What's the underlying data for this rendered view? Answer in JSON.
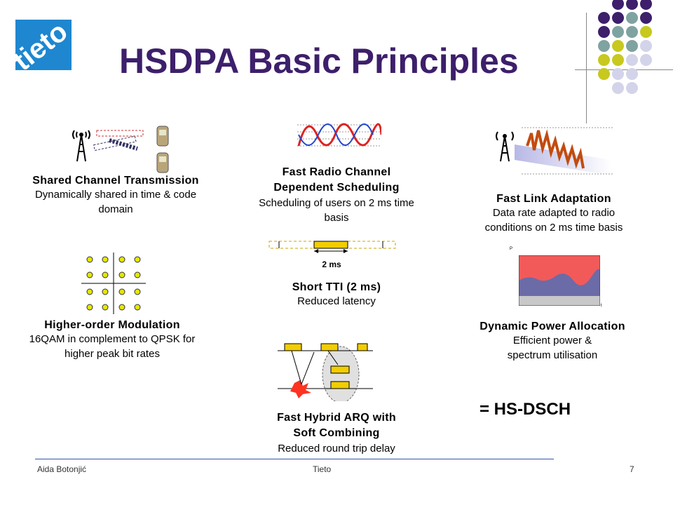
{
  "slide": {
    "title": "HSDPA Basic Principles",
    "logo_text": "tieto",
    "colors": {
      "title": "#3d1f6b",
      "logo": "#1e87d0",
      "purple": "#3d1f6b",
      "teal": "#7fa3a1",
      "lime": "#c8c81e",
      "lavender": "#d3d3ea"
    }
  },
  "features": {
    "shared_channel": {
      "heading": "Shared Channel Transmission",
      "desc": [
        "Dynamically shared in time & code",
        "domain"
      ]
    },
    "scheduling": {
      "heading": [
        "Fast Radio Channel",
        "Dependent Scheduling"
      ],
      "desc": [
        "Scheduling of users on 2 ms time",
        "basis"
      ]
    },
    "link_adaptation": {
      "heading": "Fast Link Adaptation",
      "desc": [
        "Data rate adapted to radio",
        "conditions on 2 ms time basis"
      ]
    },
    "modulation": {
      "heading": "Higher-order Modulation",
      "desc": [
        "16QAM in complement to QPSK for",
        "higher peak bit rates"
      ]
    },
    "short_tti": {
      "heading": "Short TTI (2 ms)",
      "desc": "Reduced latency",
      "diagram_label": "2 ms"
    },
    "power_allocation": {
      "heading": "Dynamic Power Allocation",
      "desc": [
        "Efficient power &",
        "spectrum utilisation"
      ],
      "axis_p": "P",
      "axis_t": "t"
    },
    "harq": {
      "heading": [
        "Fast Hybrid ARQ with",
        "Soft Combining"
      ],
      "desc": "Reduced round trip delay"
    }
  },
  "summary": "= HS-DSCH",
  "footer": {
    "author": "Aida Botonjić",
    "company": "Tieto",
    "page": "7"
  }
}
